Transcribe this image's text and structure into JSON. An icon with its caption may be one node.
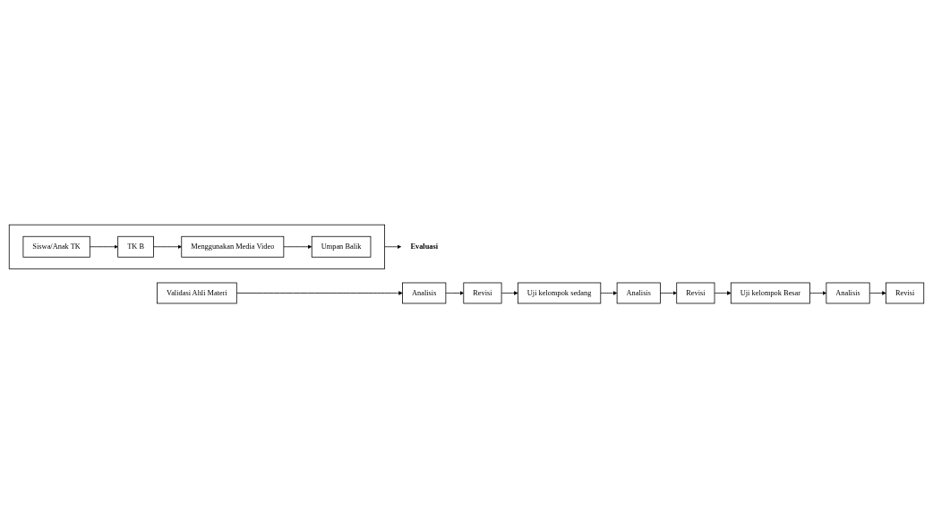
{
  "diagram": {
    "nodes": [
      {
        "text": [],
        "shape": "box"
      },
      {
        "text": [
          "Siswa/Anak TK"
        ],
        "in": 0
      },
      {
        "text": [
          "TK B"
        ],
        "in": 0
      },
      {
        "text": [
          "Menggunakan Media Video"
        ],
        "in": 0
      },
      {
        "text": [
          "Umpan Balik"
        ],
        "in": 0
      },
      {
        "text": [
          "Evaluasi"
        ]
      },
      {
        "text": [
          "Validasi Ahli Materi"
        ]
      },
      {
        "text": [
          "Analisis"
        ]
      },
      {
        "text": [
          "Revisi"
        ]
      },
      {
        "text": [
          "Uji kelompok sedang"
        ]
      },
      {
        "text": [
          "Analisis"
        ]
      },
      {
        "text": [
          "Revisi"
        ]
      },
      {
        "text": [
          "Analisis"
        ]
      },
      {
        "text": [
          "Uji kelompok Besar"
        ]
      },
      {
        "text": [
          "Revisi"
        ]
      }
    ],
    "edges": [
      {
        "from": 1,
        "to": 2,
        "arrow": "to"
      },
      {
        "from": 2,
        "to": 3,
        "arrow": "to"
      },
      {
        "from": 3,
        "to": 4,
        "arrow": "to"
      },
      {
        "from": 0,
        "to": 5,
        "arrow": "to"
      },
      {
        "from": 6,
        "to": 7,
        "arrow": "to"
      },
      {
        "from": 7,
        "to": 8,
        "arrow": "to"
      },
      {
        "from": 8,
        "to": 9,
        "arrow": "to"
      },
      {
        "from": 9,
        "to": 10,
        "arrow": "to"
      },
      {
        "from": 10,
        "to": 14,
        "arrow": "to"
      },
      {
        "from": 14,
        "to": 13,
        "arrow": "to"
      },
      {
        "from": 13,
        "to": 12,
        "arrow": "to"
      },
      {
        "from": 12,
        "to": 11,
        "arrow": "to"
      }
    ]
  }
}
